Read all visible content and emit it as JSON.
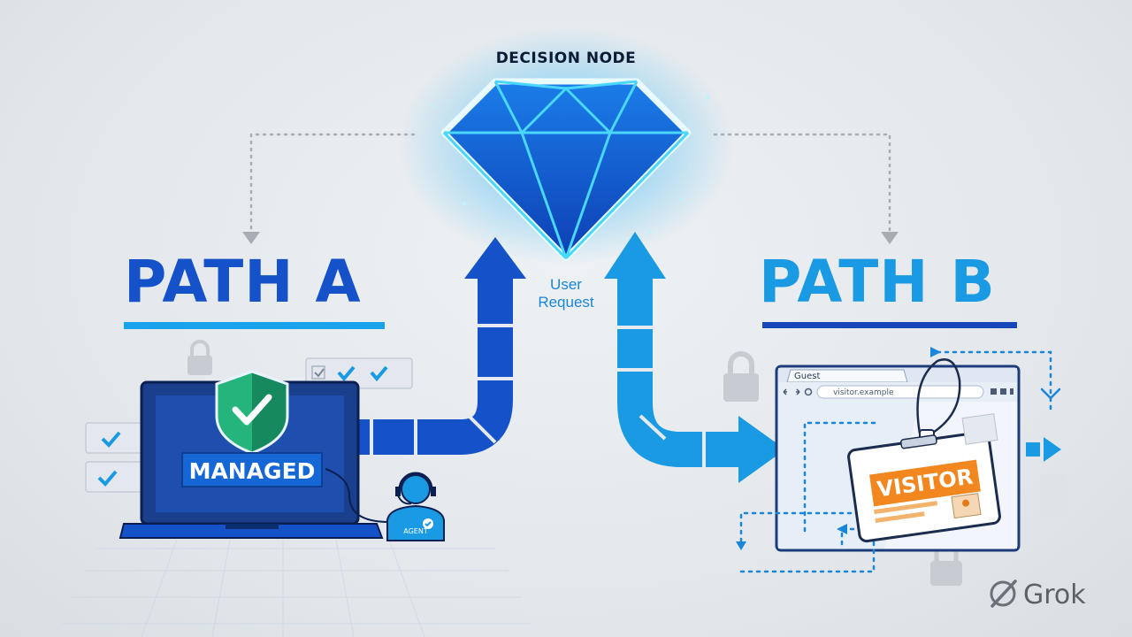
{
  "decision_node": {
    "title": "DECISION NODE",
    "request_label_line1": "User",
    "request_label_line2": "Request"
  },
  "path_a": {
    "title": "PATH A",
    "laptop_label": "MANAGED",
    "agent_badge": "AGENT",
    "icons": [
      "shield-check-icon",
      "lock-icon",
      "checkbox-icon",
      "headset-agent-icon"
    ]
  },
  "path_b": {
    "title": "PATH B",
    "browser_tab_label": "Guest",
    "browser_url": "visitor.example",
    "badge_label": "VISITOR",
    "icons": [
      "browser-window-icon",
      "lanyard-badge-icon",
      "lock-icon"
    ]
  },
  "brand": {
    "name": "Grok"
  },
  "colors": {
    "path_a": "#1552c9",
    "path_b": "#1a9ae3",
    "node_glow": "#29c6ff",
    "visitor_badge": "#f2861f",
    "check": "#27b07a"
  }
}
